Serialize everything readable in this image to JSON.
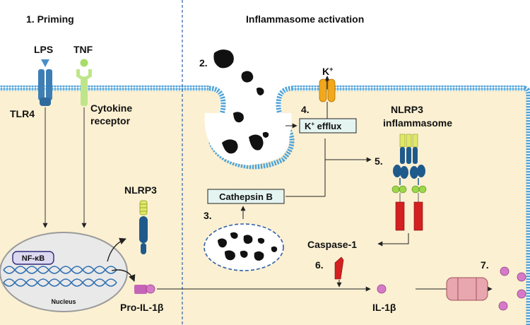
{
  "sections": {
    "priming": "1. Priming",
    "activation": "Inflammasome activation"
  },
  "ligands": {
    "lps": "LPS",
    "tnf": "TNF"
  },
  "receptors": {
    "tlr4": "TLR4",
    "cytokine_line1": "Cytokine",
    "cytokine_line2": "receptor"
  },
  "nucleus": {
    "nfkb": "NF-κB",
    "label": "Nucleus"
  },
  "proteins": {
    "nlrp3": "NLRP3",
    "pro_il1b": "Pro-IL-1β",
    "il1b": "IL-1β",
    "caspase1": "Caspase-1",
    "cathepsin_b": "Cathepsin B",
    "inflammasome_line1": "NLRP3",
    "inflammasome_line2": "inflammasome"
  },
  "ions": {
    "k": "K",
    "k_sup": "+",
    "efflux_k": "K",
    "efflux_sup": "+",
    "efflux_rest": " efflux"
  },
  "steps": {
    "s2": "2.",
    "s3": "3.",
    "s4": "4.",
    "s5": "5.",
    "s6": "6.",
    "s7": "7."
  },
  "colors": {
    "cytoplasm": "#fbf0d2",
    "membrane": "#4fa3d8",
    "tlr4": "#3d7fb5",
    "cytokine_receptor": "#bfe58a",
    "nlrp3": "#1f5a8c",
    "caspase": "#d42020",
    "green_domain": "#9dd64a",
    "pro_il1b": "#c564b6",
    "il1b": "#d67ac8",
    "k_channel": "#f2a81d",
    "exporter": "#e8a6ae",
    "box_fill": "#e4f4f0"
  }
}
